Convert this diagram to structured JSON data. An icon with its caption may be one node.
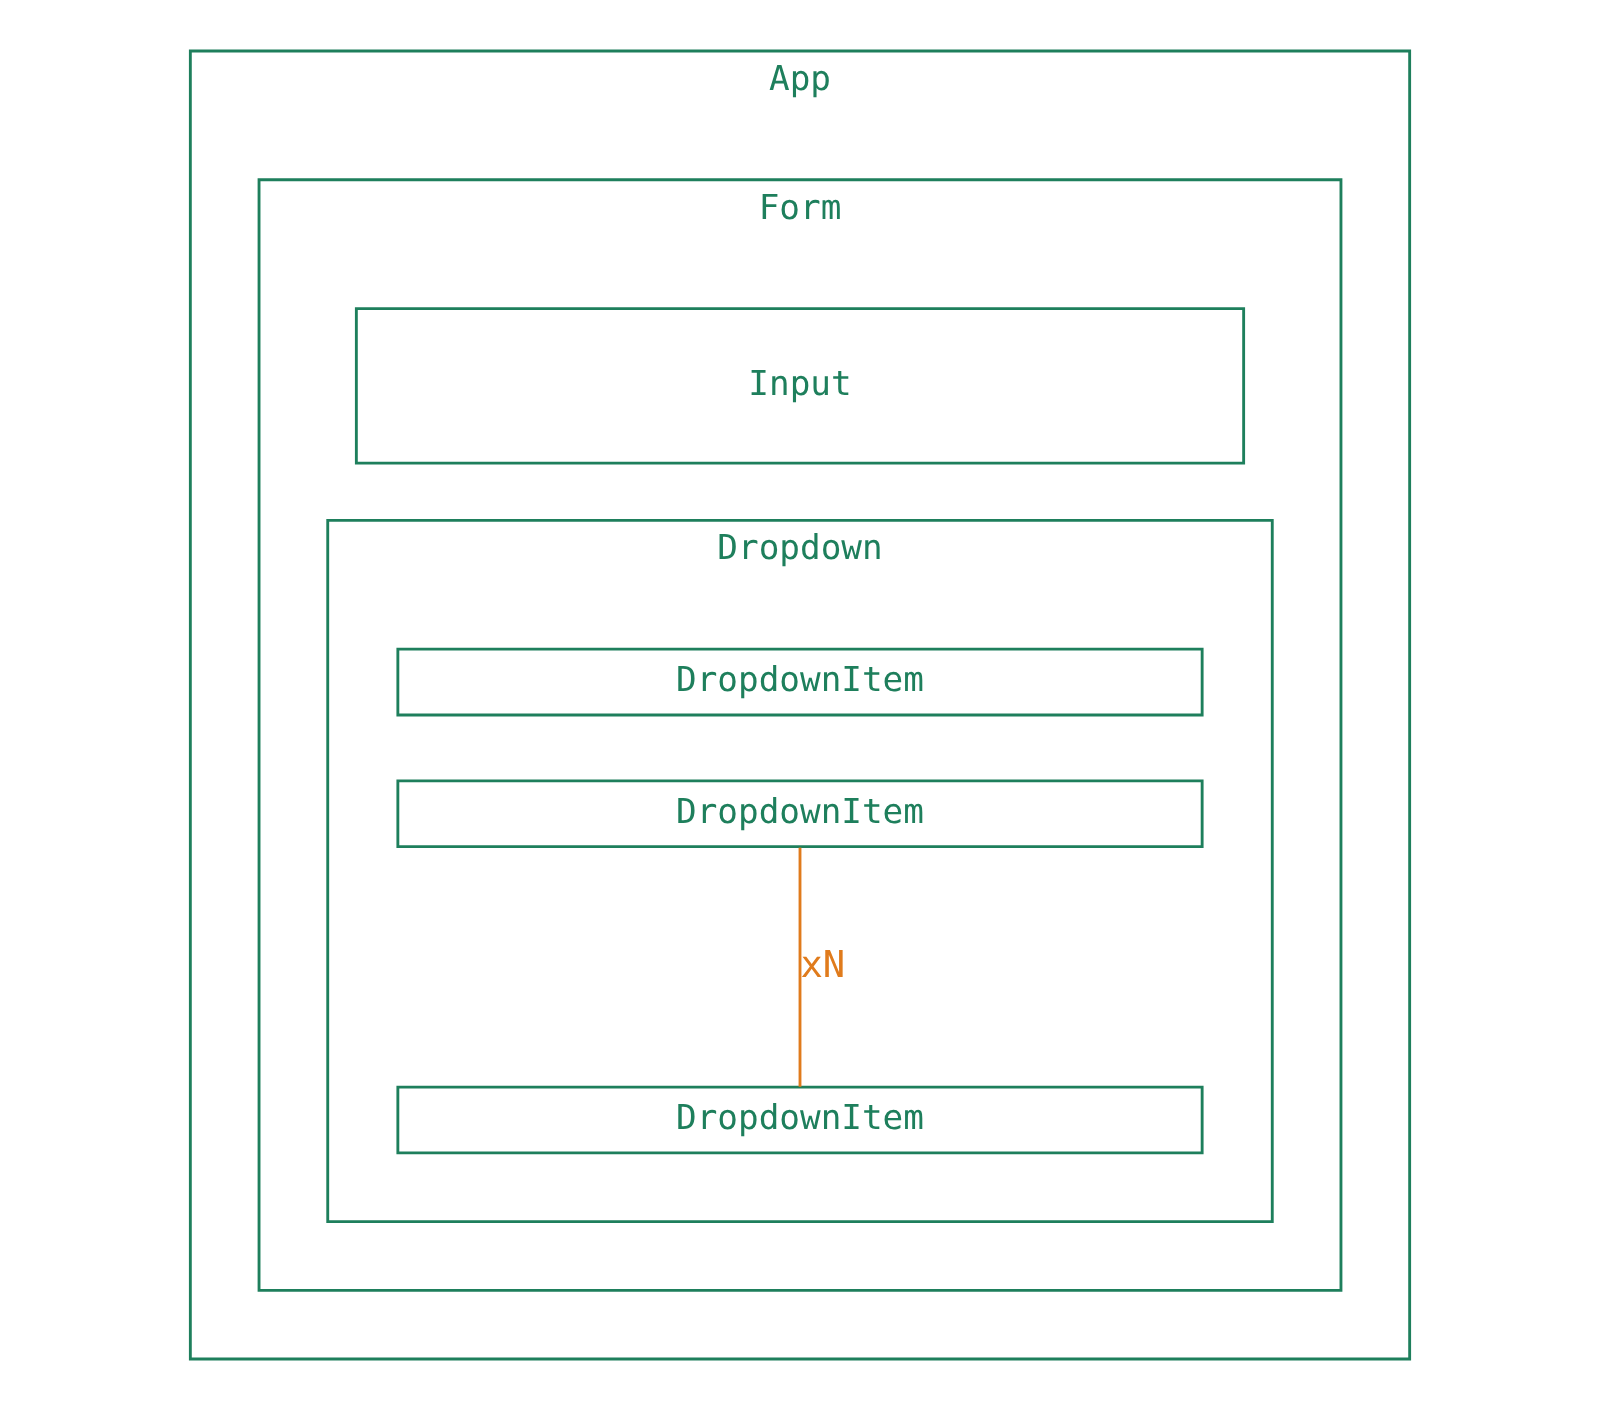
{
  "diagram": {
    "nodes": [
      {
        "text": [
          "App"
        ]
      },
      {
        "text": [
          "Form"
        ],
        "in": 0
      },
      {
        "text": [
          "Input"
        ],
        "in": 1
      },
      {
        "text": [
          "Dropdown"
        ],
        "in": 1
      },
      {
        "text": [
          "DropdownItem"
        ],
        "in": 3
      },
      {
        "text": [
          "DropdownItem"
        ],
        "in": 3
      },
      {
        "text": [
          "DropdownItem"
        ],
        "in": 3
      }
    ],
    "edges": [
      {
        "from": 5,
        "to": 6,
        "arrow": "none",
        "label": "xN",
        "color": "#e07b1c"
      }
    ]
  }
}
